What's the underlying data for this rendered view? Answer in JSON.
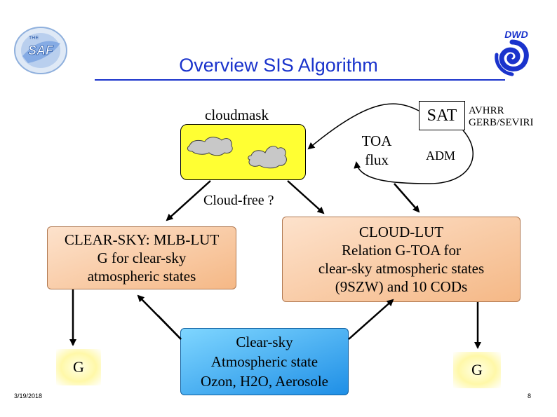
{
  "slide": {
    "title": "Overview SIS Algorithm",
    "date": "3/19/2018",
    "page_number": "8"
  },
  "logos": {
    "saf_logo": {
      "text": "THE SAF",
      "color": "#5a8fd8"
    },
    "dwd_logo": {
      "text": "DWD",
      "color": "#1a33cc"
    }
  },
  "diagram": {
    "cloudmask_label": "cloudmask",
    "sat_label": "SAT",
    "sensors": [
      "AVHRR",
      "GERB/SEVIRI"
    ],
    "toa_flux": [
      "TOA",
      "flux"
    ],
    "adm_label": "ADM",
    "cloud_free_question": "Cloud-free ?",
    "clear_sky_box": [
      "CLEAR-SKY: MLB-LUT",
      "G for clear-sky",
      "atmospheric states"
    ],
    "cloud_lut_box": [
      "CLOUD-LUT",
      "Relation G-TOA for",
      "clear-sky atmospheric states",
      "(9SZW) and 10 CODs"
    ],
    "atmospheric_state_box": [
      "Clear-sky",
      "Atmospheric state",
      "Ozon, H2O, Aerosole"
    ],
    "output_left": "G",
    "output_right": "G"
  },
  "colors": {
    "title": "#1a33cc",
    "cloudmask_fill": "#ffff33",
    "lut_box_fill": "#f8c9a0",
    "state_box_fill": "#3aa8f0"
  }
}
